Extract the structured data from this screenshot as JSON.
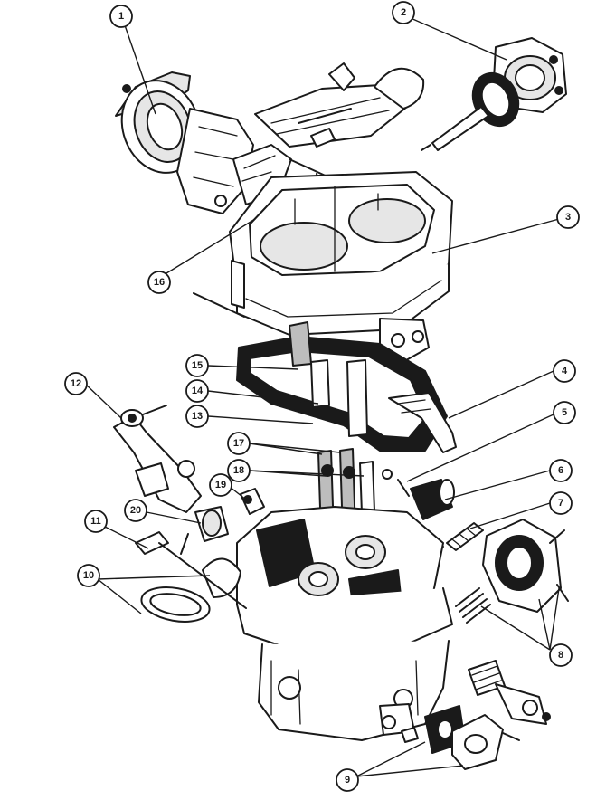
{
  "colors": {
    "ink": "#1a1a1a",
    "paper": "#ffffff"
  },
  "callouts": [
    {
      "id": "c1",
      "label": "1"
    },
    {
      "id": "c2",
      "label": "2"
    },
    {
      "id": "c3",
      "label": "3"
    },
    {
      "id": "c4",
      "label": "4"
    },
    {
      "id": "c5",
      "label": "5"
    },
    {
      "id": "c6",
      "label": "6"
    },
    {
      "id": "c7",
      "label": "7"
    },
    {
      "id": "c8",
      "label": "8"
    },
    {
      "id": "c9",
      "label": "9"
    },
    {
      "id": "c10",
      "label": "10"
    },
    {
      "id": "c11",
      "label": "11"
    },
    {
      "id": "c12",
      "label": "12"
    },
    {
      "id": "c13",
      "label": "13"
    },
    {
      "id": "c14",
      "label": "14"
    },
    {
      "id": "c15",
      "label": "15"
    },
    {
      "id": "c16",
      "label": "16"
    },
    {
      "id": "c17",
      "label": "17"
    },
    {
      "id": "c18",
      "label": "18"
    },
    {
      "id": "c19",
      "label": "19"
    },
    {
      "id": "c20",
      "label": "20"
    }
  ]
}
